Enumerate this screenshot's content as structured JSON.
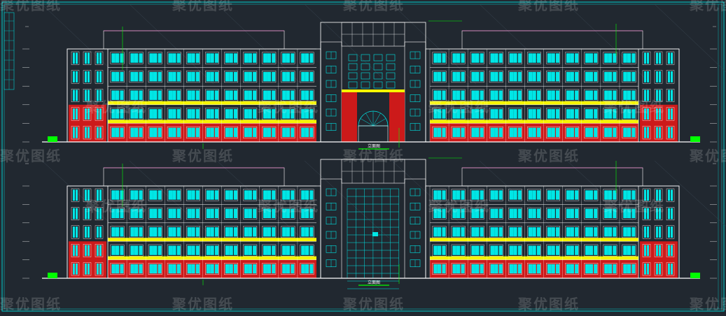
{
  "drawing": {
    "background": "#212830",
    "frame_color": "#00d0d0",
    "line_color": "#ffffff",
    "window_color": "#00e6e6",
    "band_color": "#f5f500",
    "brick_color": "#cc1a1a",
    "leader_color": "#00ff00",
    "grid_color": "#ff66cc"
  },
  "watermark": {
    "text": "聚优图纸"
  },
  "elevations": [
    {
      "title": "立面图",
      "note": ""
    },
    {
      "title": "立面图",
      "note": ""
    }
  ],
  "icons": {
    "entrance_arch": "fan-window-icon",
    "north_arrow": "none"
  }
}
